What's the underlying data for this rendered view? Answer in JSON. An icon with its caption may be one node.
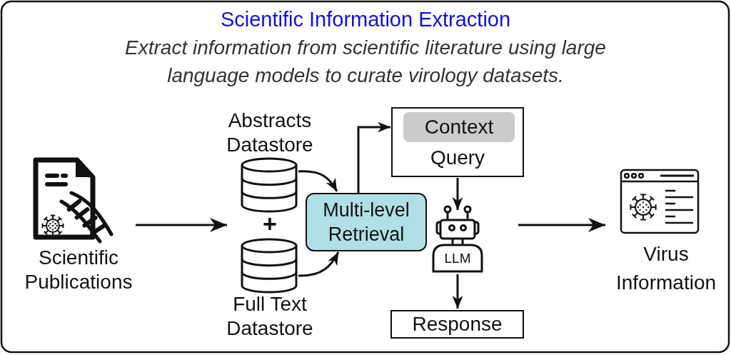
{
  "diagram": {
    "title": "Scientific Information Extraction",
    "caption": "Extract information from scientific literature using large language models to curate virology datasets.",
    "nodes": [
      {
        "text": [
          "Scientific Publications"
        ]
      },
      {
        "text": [
          "Abstracts Datastore"
        ]
      },
      {
        "text": [
          "Full Text Datastore"
        ]
      },
      {
        "text": [
          "Multi-level Retrieval"
        ]
      },
      {
        "text": [
          "Query"
        ]
      },
      {
        "text": [
          "Context"
        ],
        "in": 4
      },
      {
        "text": [
          "LLM"
        ]
      },
      {
        "text": [
          "Response"
        ]
      },
      {
        "text": [
          "Virus Information"
        ]
      }
    ],
    "edges": [
      {
        "from": 0,
        "to": 2,
        "arrow": "to"
      },
      {
        "from": 1,
        "to": 3,
        "arrow": "to"
      },
      {
        "from": 2,
        "to": 3,
        "arrow": "to"
      },
      {
        "from": 3,
        "to": 4,
        "arrow": "to"
      },
      {
        "from": 4,
        "to": 6,
        "arrow": "to"
      },
      {
        "from": 6,
        "to": 7,
        "arrow": "to"
      },
      {
        "from": 6,
        "to": 8,
        "arrow": "to"
      }
    ],
    "labels": [
      "+"
    ]
  }
}
